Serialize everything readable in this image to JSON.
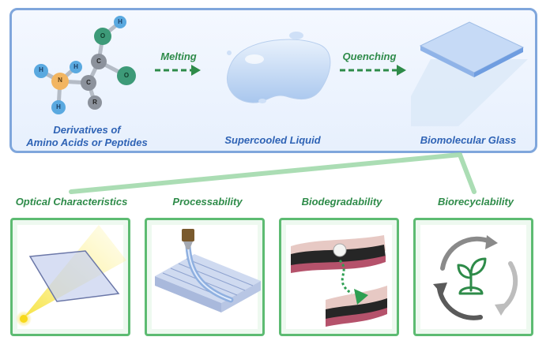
{
  "top": {
    "stage1_label_line1": "Derivatives of",
    "stage1_label_line2": "Amino Acids or Peptides",
    "melting_label": "Melting",
    "stage2_label": "Supercooled Liquid",
    "quenching_label": "Quenching",
    "stage3_label": "Biomolecular Glass"
  },
  "atoms": {
    "h": "H",
    "n": "N",
    "c": "C",
    "o": "O",
    "r": "R"
  },
  "properties": [
    {
      "label": "Optical Characteristics"
    },
    {
      "label": "Processability"
    },
    {
      "label": "Biodegradability"
    },
    {
      "label": "Biorecyclability"
    }
  ],
  "colors": {
    "blue_text": "#2f63b5",
    "green_text": "#2e8b49",
    "green_border": "#5dbb72",
    "panel_border": "#7fa6dc"
  }
}
